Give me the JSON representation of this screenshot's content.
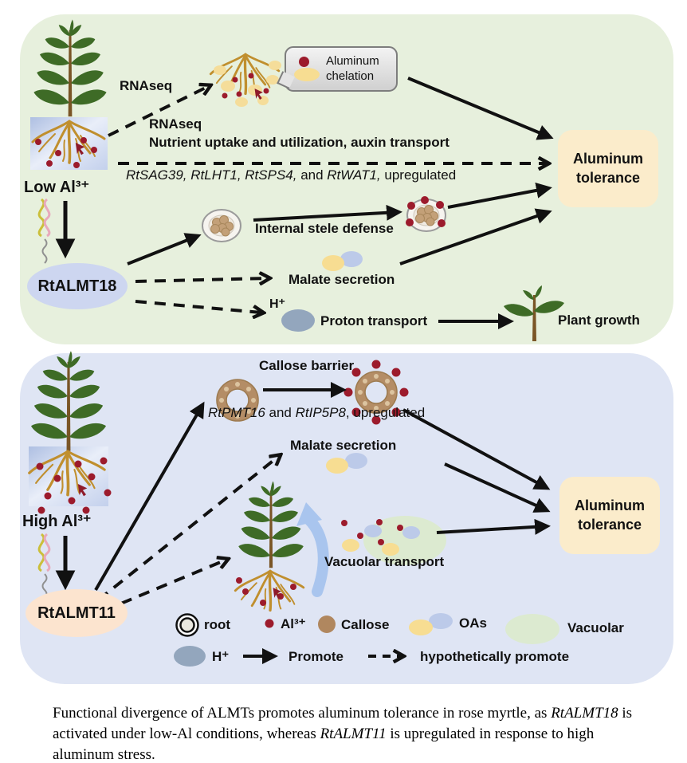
{
  "panels": {
    "low": {
      "condition_label": "Low Al³⁺",
      "transporter": "RtALMT18",
      "rnaseq_arrow_label": "RNAseq",
      "rnaseq_line_label": "RNAseq",
      "nutrient_line": "Nutrient uptake and utilization, auxin transport",
      "genes": {
        "italic1": "RtSAG39, RtLHT1, RtSPS4,",
        "plain1": " and ",
        "italic2": "RtWAT1,",
        "plain2": " upregulated"
      },
      "chelation_label": "Aluminum chelation",
      "stele_label": "Internal stele defense",
      "malate_label": "Malate secretion",
      "hplus_label": "H⁺",
      "proton_label": "Proton transport",
      "plant_growth_label": "Plant growth",
      "tolerance_label": "Aluminum tolerance"
    },
    "high": {
      "condition_label": "High Al³⁺",
      "transporter": "RtALMT11",
      "callose_label": "Callose barrier",
      "genes": {
        "italic1": "RtPMT16",
        "plain1": " and ",
        "italic2": "RtIP5P8",
        "plain2": ", upregulated"
      },
      "malate_label": "Malate secretion",
      "vacuolar_label": "Vacuolar transport",
      "tolerance_label": "Aluminum tolerance"
    }
  },
  "legend": {
    "root": "root",
    "aluminum": "Al³⁺",
    "callose": "Callose",
    "oas": "OAs",
    "vacuolar": "Vacuolar",
    "hplus": "H⁺",
    "promote": "Promote",
    "hypothetical": "hypothetically promote"
  },
  "caption": {
    "s1": "Functional divergence of ALMTs promotes aluminum tolerance in rose myrtle, as ",
    "i1": "RtALMT18",
    "s2": " is activated under low-Al conditions, whereas ",
    "i2": "RtALMT11",
    "s3": " is upregulated in response to high aluminum stress."
  },
  "colors": {
    "panel_low_bg": "#e7f0dd",
    "panel_high_bg": "#dfe5f4",
    "tolerance_box": "#fbeccb",
    "almt18_fill": "#cdd6f0",
    "almt11_fill": "#fce4cf",
    "aluminum_red": "#9c1b2c",
    "callose_brown": "#b0875f",
    "oa_yellow": "#f7dd92",
    "oa_blue": "#bccae9",
    "vacuole_green": "#dcead0",
    "proton_blue": "#93a6bd",
    "leaf_green": "#3e6b26",
    "root_gold": "#c08f2e"
  }
}
